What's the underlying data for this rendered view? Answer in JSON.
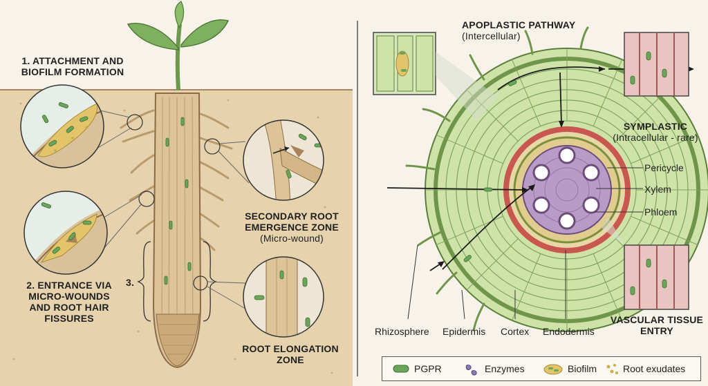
{
  "colors": {
    "soil": "#e4cfa8",
    "sky": "#f7f3ea",
    "root": "#d8be92",
    "bacteria": "#6aa55a",
    "biofilm": "#e2c46a",
    "cortex": "#cfe3a8",
    "endodermis": "#c8584f",
    "stele": "#b89bc7",
    "vessel": "#c98c8c"
  },
  "left_panel": {
    "step1": [
      "1. ATTACHMENT AND",
      "BIOFILM FORMATION"
    ],
    "step2": [
      "2. ENTRANCE VIA",
      "MICRO-WOUNDS",
      "AND ROOT HAIR",
      "FISSURES"
    ],
    "step3": "3.",
    "secondary_zone": [
      "SECONDARY ROOT",
      "EMERGENCE ZONE"
    ],
    "secondary_sub": "(Micro-wound)",
    "elongation": [
      "ROOT ELONGATION",
      "ZONE"
    ]
  },
  "right_panel": {
    "apoplastic": "APOPLASTIC PATHWAY",
    "apoplastic_sub": "(Intercellular)",
    "symplastic": "SYMPLASTIC",
    "symplastic_sub": "(Intracellular - rare)",
    "pericycle": "Pericycle",
    "xylem": "Xylem",
    "phloem": "Phloem",
    "vascular": [
      "VASCULAR TISSUE",
      "ENTRY"
    ],
    "bottom_labels": [
      "Rhizosphere",
      "Epidermis",
      "Cortex",
      "Endodermis"
    ]
  },
  "legend": {
    "items": [
      {
        "label": "PGPR",
        "icon": "bacterium-icon"
      },
      {
        "label": "Enzymes",
        "icon": "enzyme-icon"
      },
      {
        "label": "Biofilm",
        "icon": "biofilm-icon"
      },
      {
        "label": "Root exudates",
        "icon": "exudate-icon"
      }
    ]
  }
}
